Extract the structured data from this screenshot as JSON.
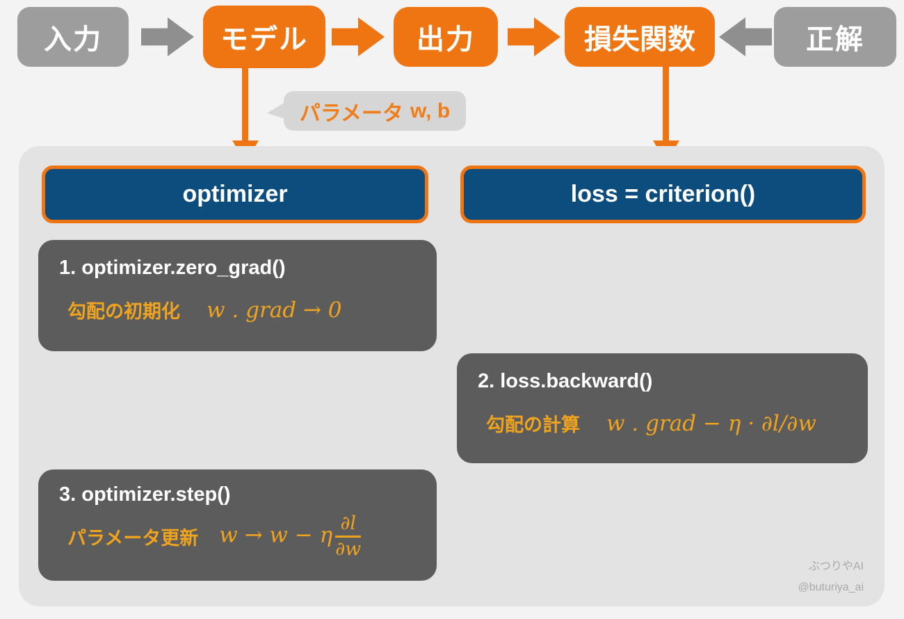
{
  "flow": {
    "nodes": [
      {
        "id": "input",
        "label": "入力"
      },
      {
        "id": "model",
        "label": "モデル"
      },
      {
        "id": "output",
        "label": "出力"
      },
      {
        "id": "loss-function",
        "label": "損失関数"
      },
      {
        "id": "answer",
        "label": "正解"
      }
    ]
  },
  "bubble": {
    "label": "パラメータ",
    "vars": "w, b"
  },
  "panel": {
    "headers": [
      {
        "label": "optimizer"
      },
      {
        "label": "loss = criterion()"
      }
    ],
    "steps": [
      {
        "title": "1. optimizer.zero_grad()",
        "caption": "勾配の初期化",
        "formula": "w . grad → 0"
      },
      {
        "title": "2. loss.backward()",
        "caption": "勾配の計算",
        "formula": "w . grad − η · ∂l/∂w"
      },
      {
        "title": "3. optimizer.step()",
        "caption": "パラメータ更新",
        "formula": "w → w − η",
        "fraction": {
          "numerator": "∂l",
          "denominator": "∂w"
        }
      }
    ],
    "credit": {
      "name": "ぶつりやAI",
      "handle": "@buturiya_ai"
    }
  },
  "colors": {
    "orange": "#ee7512",
    "amber": "#f0a41e",
    "header_blue": "#0d4d7d",
    "step_box_gray": "#5c5c5c",
    "flow_node_gray": "#9d9d9d",
    "flow_arrow_gray": "#8f8f8f",
    "panel_bg": "#e3e3e3",
    "bubble_bg": "#d6d6d6",
    "page_bg": "#f3f3f3"
  }
}
